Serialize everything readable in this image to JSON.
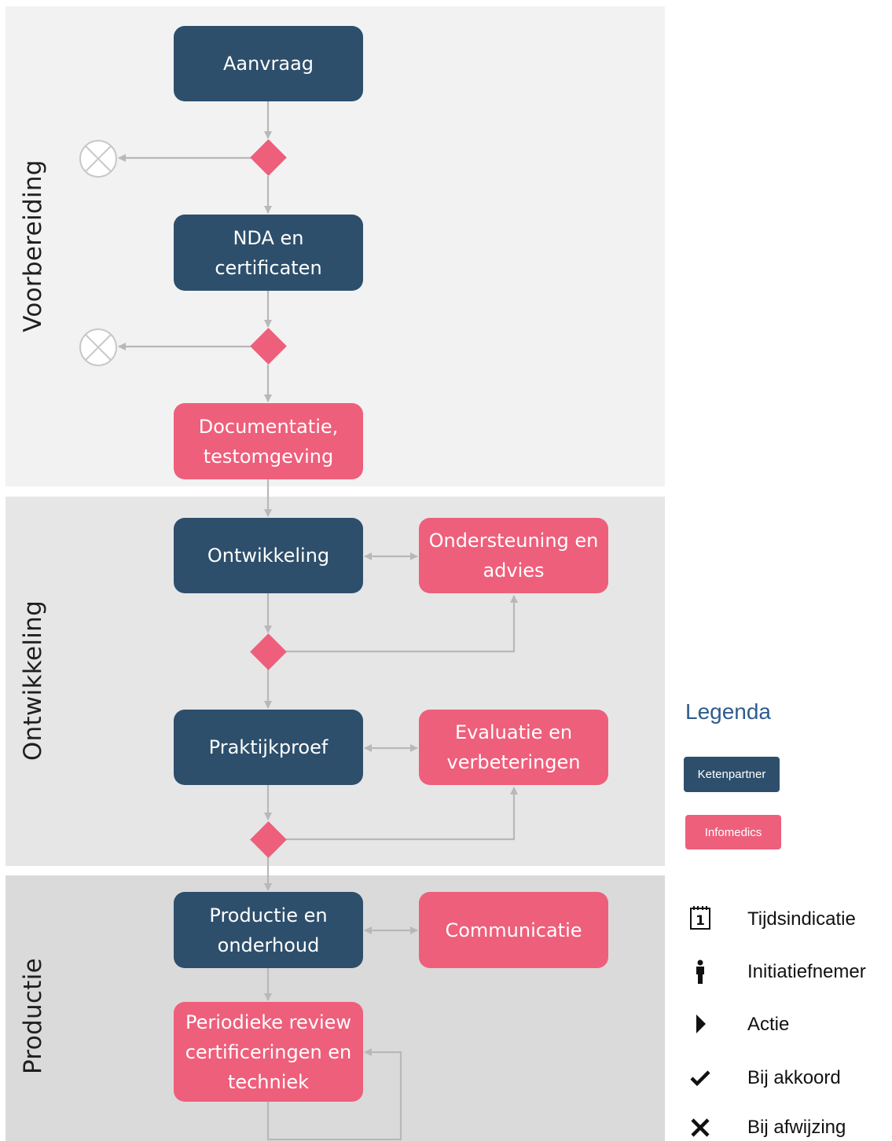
{
  "lanes": {
    "preparation": "Voorbereiding",
    "development": "Ontwikkeling",
    "production": "Productie"
  },
  "steps": {
    "request": "Aanvraag",
    "nda": "NDA en\ncertificaten",
    "docs": "Documentatie,\ntestomgeving",
    "development": "Ontwikkeling",
    "support": "Ondersteuning en\nadvies",
    "pilot": "Praktijkproef",
    "evaluation": "Evaluatie en\nverbeteringen",
    "production": "Productie en\nonderhoud",
    "communication": "Communicatie",
    "review": "Periodieke review\ncertificeringen en\ntechniek"
  },
  "legend": {
    "title": "Legenda",
    "partner": "Ketenpartner",
    "infomedics": "Infomedics",
    "items": [
      {
        "icon": "calendar-icon",
        "glyph": "1",
        "label": "Tijdsindicatie"
      },
      {
        "icon": "person-icon",
        "label": "Initiatiefnemer"
      },
      {
        "icon": "play-icon",
        "label": "Actie"
      },
      {
        "icon": "check-icon",
        "label": "Bij akkoord"
      },
      {
        "icon": "cross-icon",
        "label": "Bij afwijzing"
      }
    ]
  },
  "colors": {
    "partner": "#2d4f6c",
    "infomedics": "#ee5f7b",
    "connector": "#b8b8b8",
    "legend_title": "#2e5b8f"
  }
}
